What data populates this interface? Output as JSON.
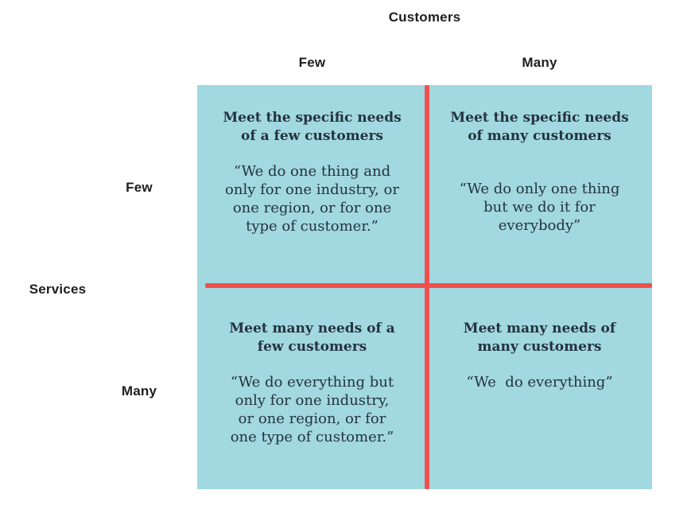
{
  "colors": {
    "quadrant_bg": "#a2d8e0",
    "divider_line": "#f0504d",
    "quadrant_text": "#24333f",
    "axis_label_text": "#1e1e1e"
  },
  "axes": {
    "x_title": "Customers",
    "x_labels": {
      "left": "Few",
      "right": "Many"
    },
    "y_title": "Services",
    "y_labels": {
      "top": "Few",
      "bottom": "Many"
    }
  },
  "quadrants": {
    "top_left": {
      "heading": "Meet the specific needs\nof a few customers",
      "quote": "“We do one thing and\nonly for one industry, or\none region, or for one\ntype of customer.”"
    },
    "top_right": {
      "heading": "Meet the specific needs\nof many customers",
      "quote": "“We do only one thing\nbut we do it for\neverybody”"
    },
    "bottom_left": {
      "heading": "Meet many needs of a\nfew customers",
      "quote": "“We do everything but\nonly for one industry,\nor one region, or for\none type of customer.”"
    },
    "bottom_right": {
      "heading": "Meet many needs of\nmany customers",
      "quote": "“We  do everything”"
    }
  }
}
